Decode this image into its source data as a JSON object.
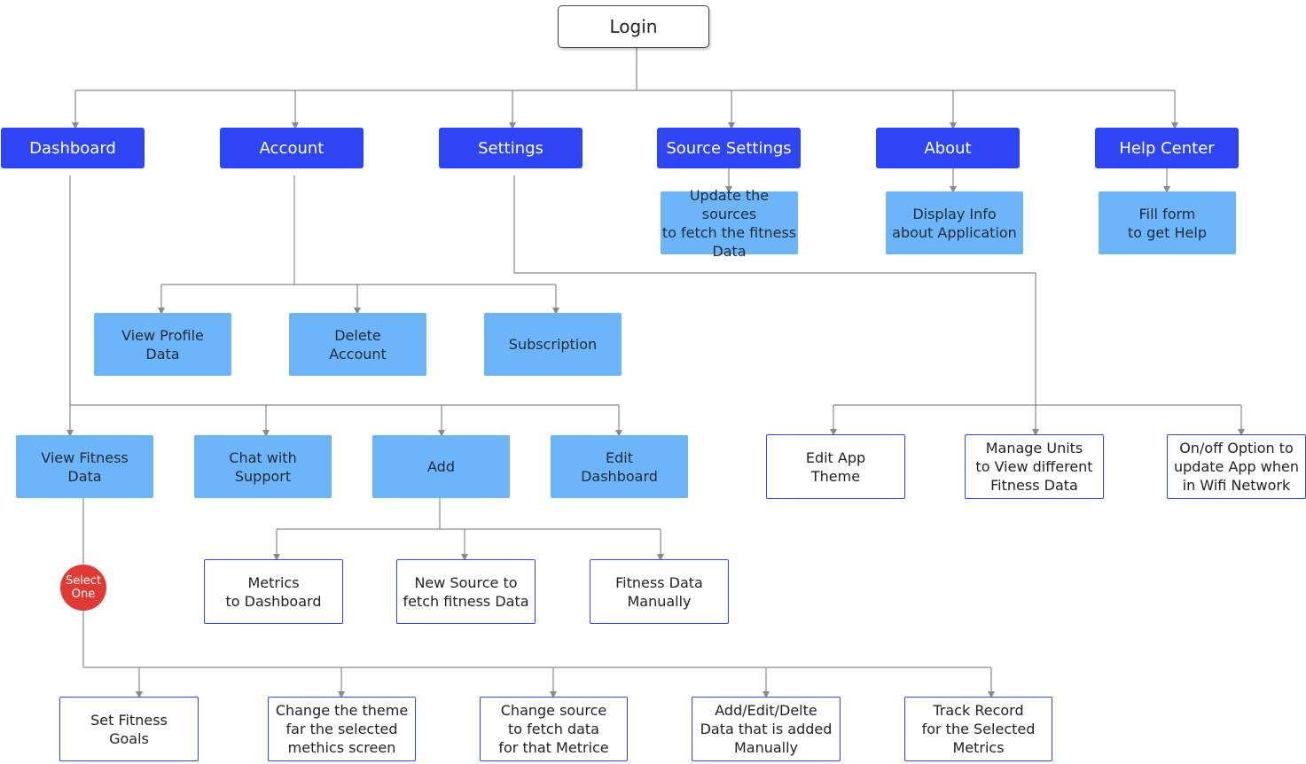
{
  "root": "Login",
  "sections": {
    "dashboard": "Dashboard",
    "account": "Account",
    "settings": "Settings",
    "source_settings": "Source Settings",
    "about": "About",
    "help_center": "Help Center"
  },
  "section_details": {
    "update_sources": "Update the sources\nto fetch the fitness\nData",
    "display_info": "Display Info\nabout Application",
    "fill_form": "Fill form\nto get Help"
  },
  "account_items": {
    "view_profile": "View Profile\nData",
    "delete_account": "Delete\nAccount",
    "subscription": "Subscription"
  },
  "dashboard_items": {
    "view_fitness": "View Fitness\nData",
    "chat_support": "Chat with\nSupport",
    "add": "Add",
    "edit_dashboard": "Edit\nDashboard"
  },
  "settings_items": {
    "edit_theme": "Edit App\nTheme",
    "manage_units": "Manage Units\nto View different\nFitness Data",
    "wifi_option": "On/off Option to\nupdate App when\nin Wifi Network"
  },
  "add_items": {
    "metrics": "Metrics\nto Dashboard",
    "new_source": "New Source to\nfetch fitness Data",
    "fitness_manual": "Fitness Data\nManually"
  },
  "select_badge": "Select\nOne",
  "view_items": {
    "set_goals": "Set Fitness\nGoals",
    "change_theme": "Change the theme\nfar the selected\nmethics screen",
    "change_source": "Change source\nto fetch data\nfor that Metrice",
    "add_edit_delete": "Add/Edit/Delte\nData that is added\nManually",
    "track_record": "Track Record\nfor the Selected\nMetrics"
  },
  "colors": {
    "primary": "#2e45f5",
    "secondary": "#6db5f9",
    "badge": "#df3b34",
    "connector": "#8a8a8a"
  }
}
